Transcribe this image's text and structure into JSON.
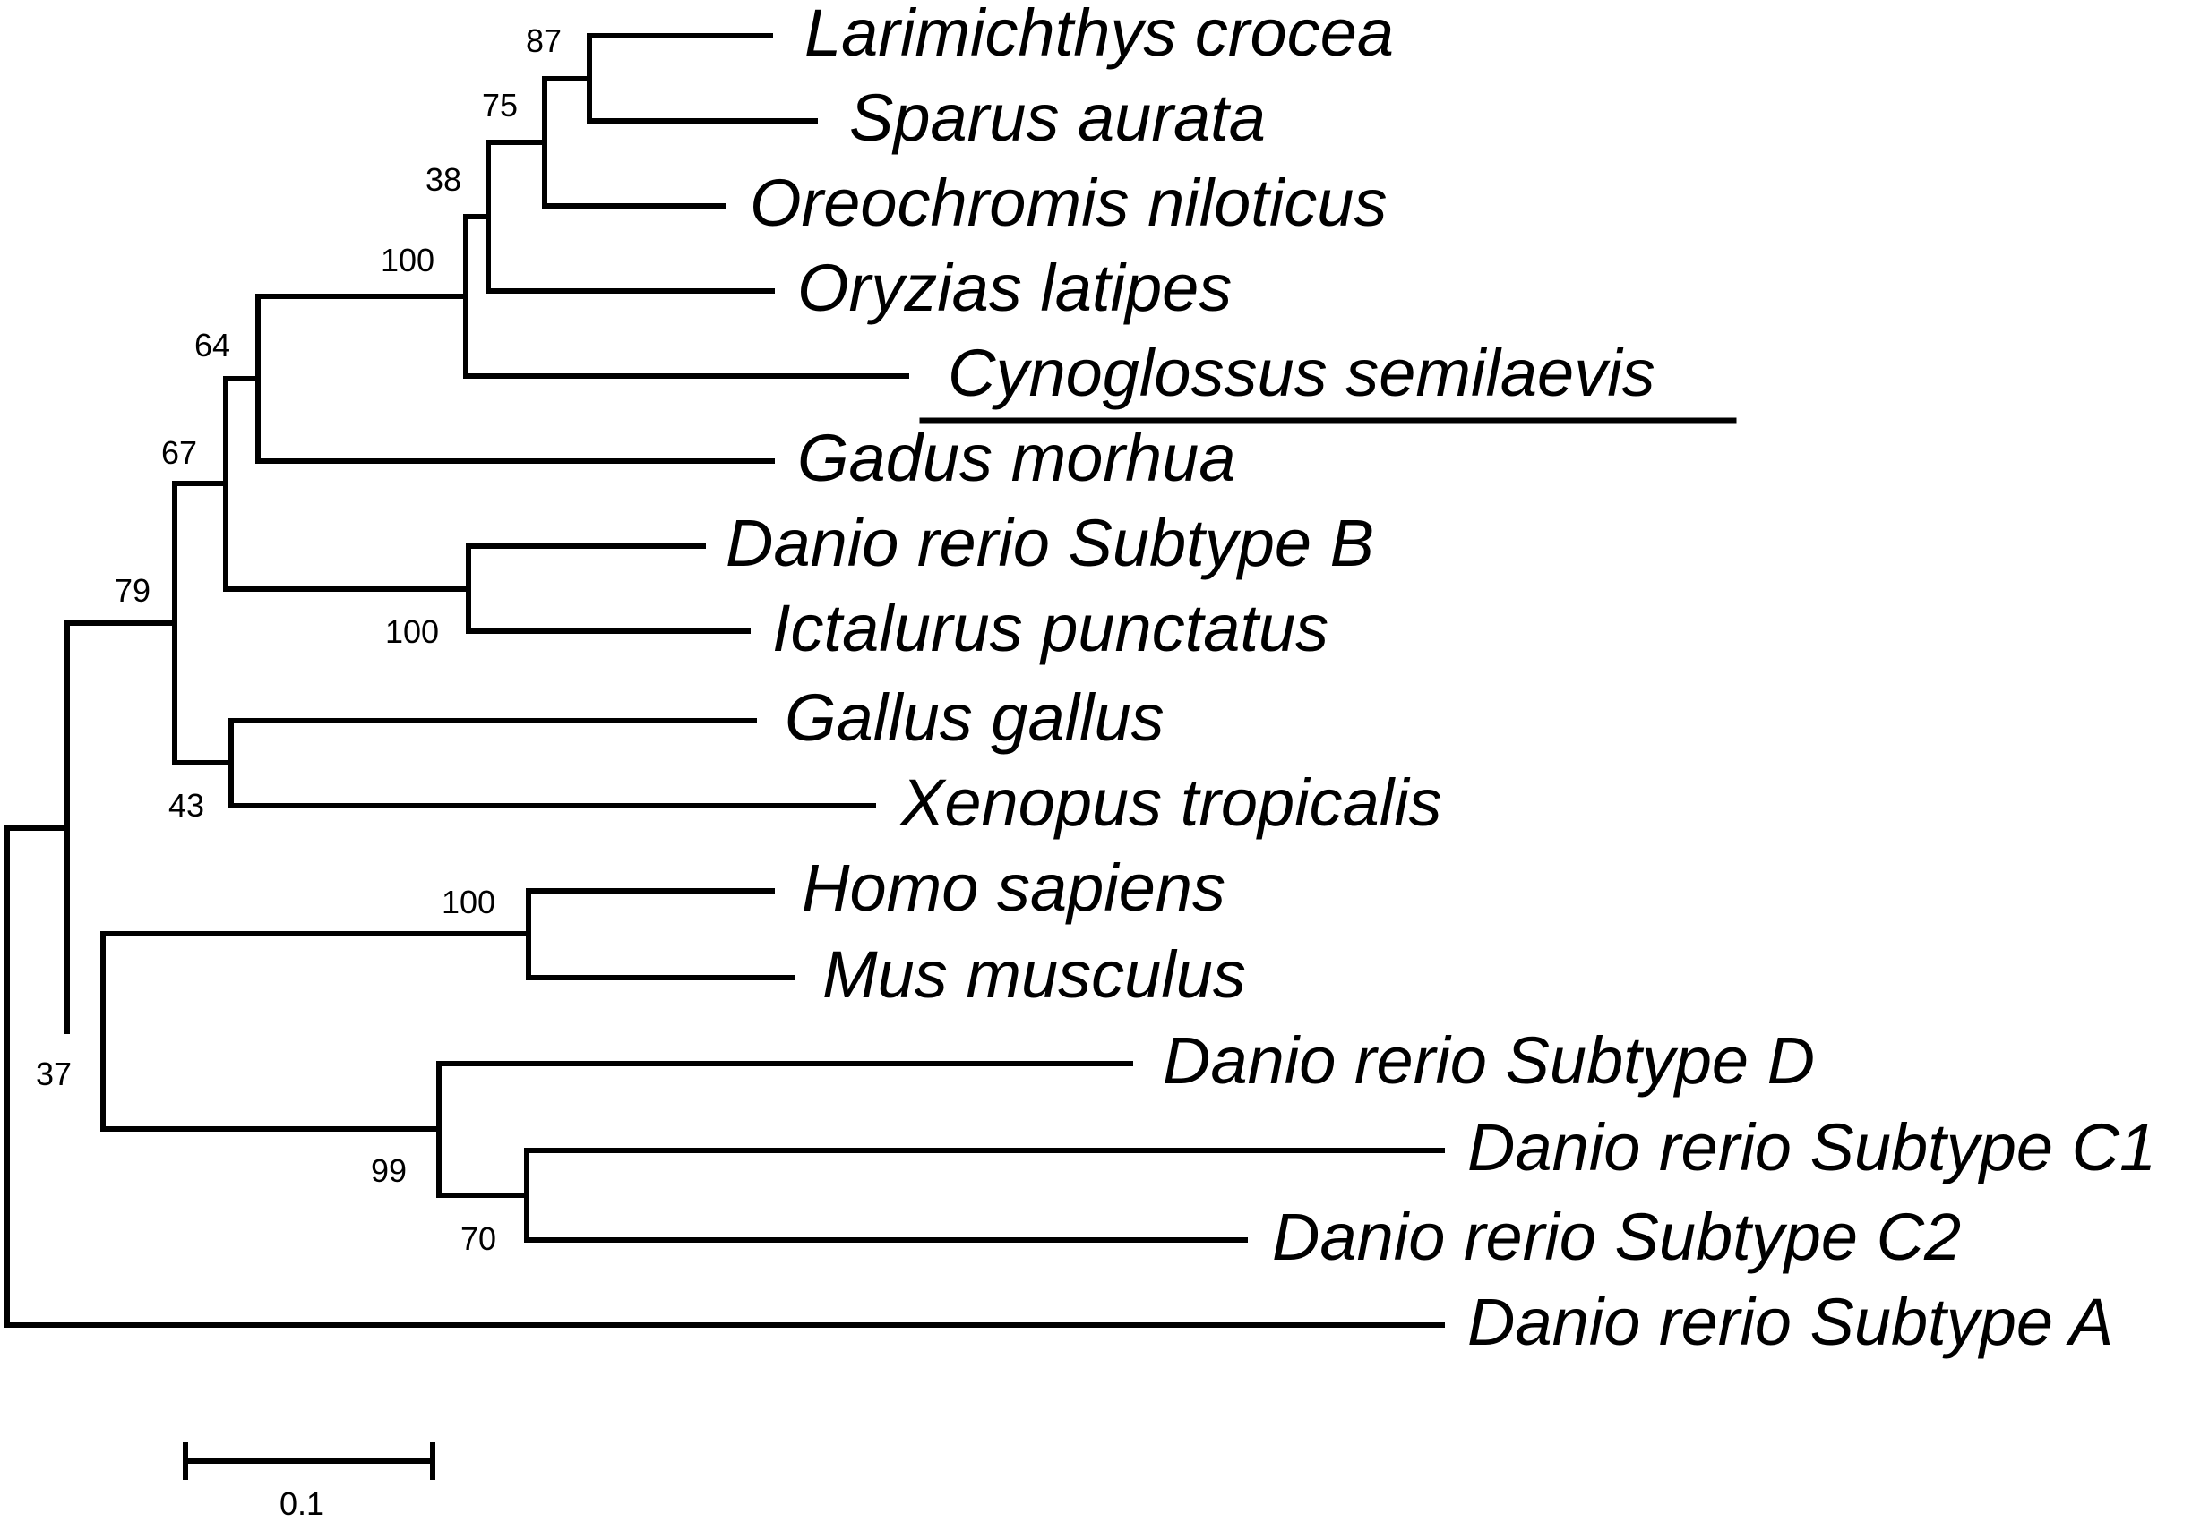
{
  "tree": {
    "taxa": [
      "Larimichthys crocea",
      "Sparus aurata",
      "Oreochromis niloticus",
      "Oryzias latipes",
      "Cynoglossus semilaevis",
      "Gadus morhua",
      "Danio rerio Subtype B",
      "Ictalurus punctatus",
      "Gallus gallus",
      "Xenopus tropicalis",
      "Homo sapiens",
      "Mus musculus",
      "Danio rerio Subtype D",
      "Danio rerio Subtype C1",
      "Danio rerio Subtype C2",
      "Danio rerio Subtype A"
    ],
    "highlighted_taxon": "Cynoglossus semilaevis",
    "bootstrap": {
      "larimichthys_sparus": "87",
      "plus_oreochromis": "75",
      "plus_oryzias": "38",
      "plus_cynoglossus": "100",
      "plus_gadus": "64",
      "danio_b_ictalurus": "100",
      "teleost_group": "67",
      "gallus_xenopus": "43",
      "nonmammal_group": "79",
      "homo_mus": "100",
      "danio_c1_c2": "70",
      "danio_d_c": "99",
      "ingroup": "37"
    },
    "scale_bar": {
      "label": "0.1"
    }
  }
}
